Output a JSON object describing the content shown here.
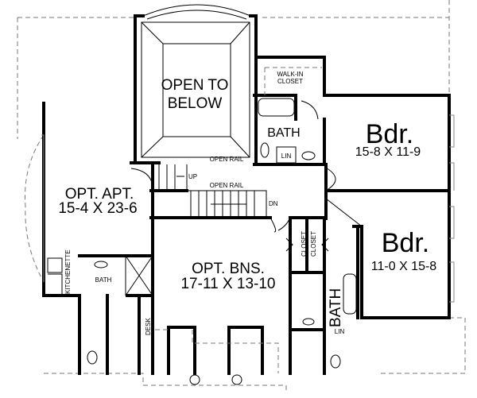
{
  "rooms": {
    "open_to_below": {
      "line1": "OPEN TO",
      "line2": "BELOW"
    },
    "walk_in_closet": {
      "line1": "WALK-IN",
      "line2": "CLOSET"
    },
    "master_bath": "BATH",
    "linen_upper": "LIN",
    "bedroom_upper": {
      "name": "Bdr.",
      "size": "15-8 X 11-9"
    },
    "bedroom_lower": {
      "name": "Bdr.",
      "size": "11-0 X 15-8"
    },
    "apartment": {
      "name": "OPT. APT.",
      "size": "15-4 X 23-6"
    },
    "bonus": {
      "name": "OPT. BNS.",
      "size": "17-11 X 13-10"
    },
    "kitchenette": "KITCHENETTE",
    "apt_bath": "BATH",
    "closet_a": "CLOSET",
    "closet_b": "CLOSET",
    "lower_bath": "BATH",
    "linen_lower": "LIN",
    "desk": "DESK"
  },
  "annotations": {
    "open_rail_upper": "OPEN RAIL",
    "open_rail_lower": "OPEN RAIL",
    "stair_up": "UP",
    "stair_down": "DN"
  }
}
